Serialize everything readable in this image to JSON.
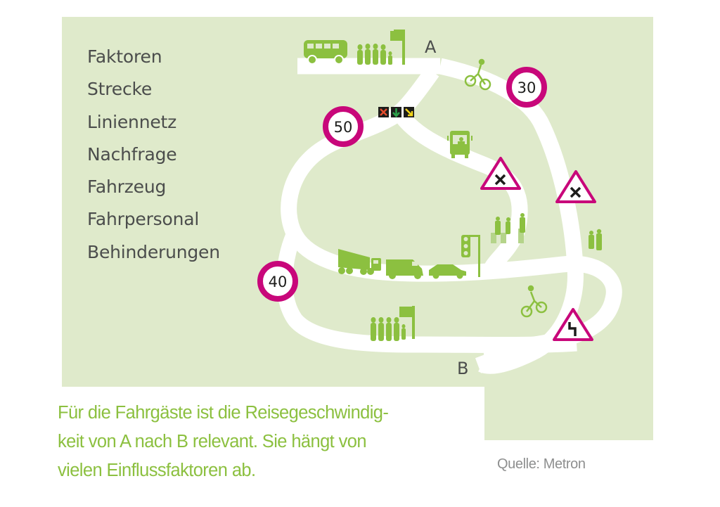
{
  "figure": {
    "factors_list": {
      "heading": "Faktoren",
      "items": [
        "Strecke",
        "Liniennetz",
        "Nachfrage",
        "Fahrzeug",
        "Fahrpersonal",
        "Behinderungen"
      ]
    },
    "points": {
      "start": "A",
      "end": "B"
    },
    "speed_limit_signs": [
      {
        "value": "30"
      },
      {
        "value": "50"
      },
      {
        "value": "40"
      }
    ],
    "warning_signs": [
      "crossroads-warning",
      "crossroads-warning",
      "double-curve-warning"
    ],
    "lane_signals": [
      "red-x",
      "green-arrow-down",
      "yellow-arrow-diagonal"
    ],
    "icons": [
      "bus",
      "people-at-stop",
      "bus-stop-sign",
      "cyclist",
      "bus-front-with-driver",
      "pedestrians-on-crosswalk",
      "traffic-light",
      "truck",
      "van",
      "car",
      "walking-couple"
    ],
    "caption_lines": [
      "Für die Fahrgäste ist die Reisegeschwindig-",
      "keit von A nach B relevant. Sie hängt von",
      "vielen Einflussfaktoren ab."
    ],
    "source": "Quelle: Metron"
  },
  "colors": {
    "panel_background": "#dfeacb",
    "road": "#ffffff",
    "icon_green": "#8cc040",
    "sign_magenta": "#c8077a",
    "text_gray": "#4b4d4c",
    "caption_green": "#8cc040",
    "source_gray": "#8e8f8f"
  }
}
